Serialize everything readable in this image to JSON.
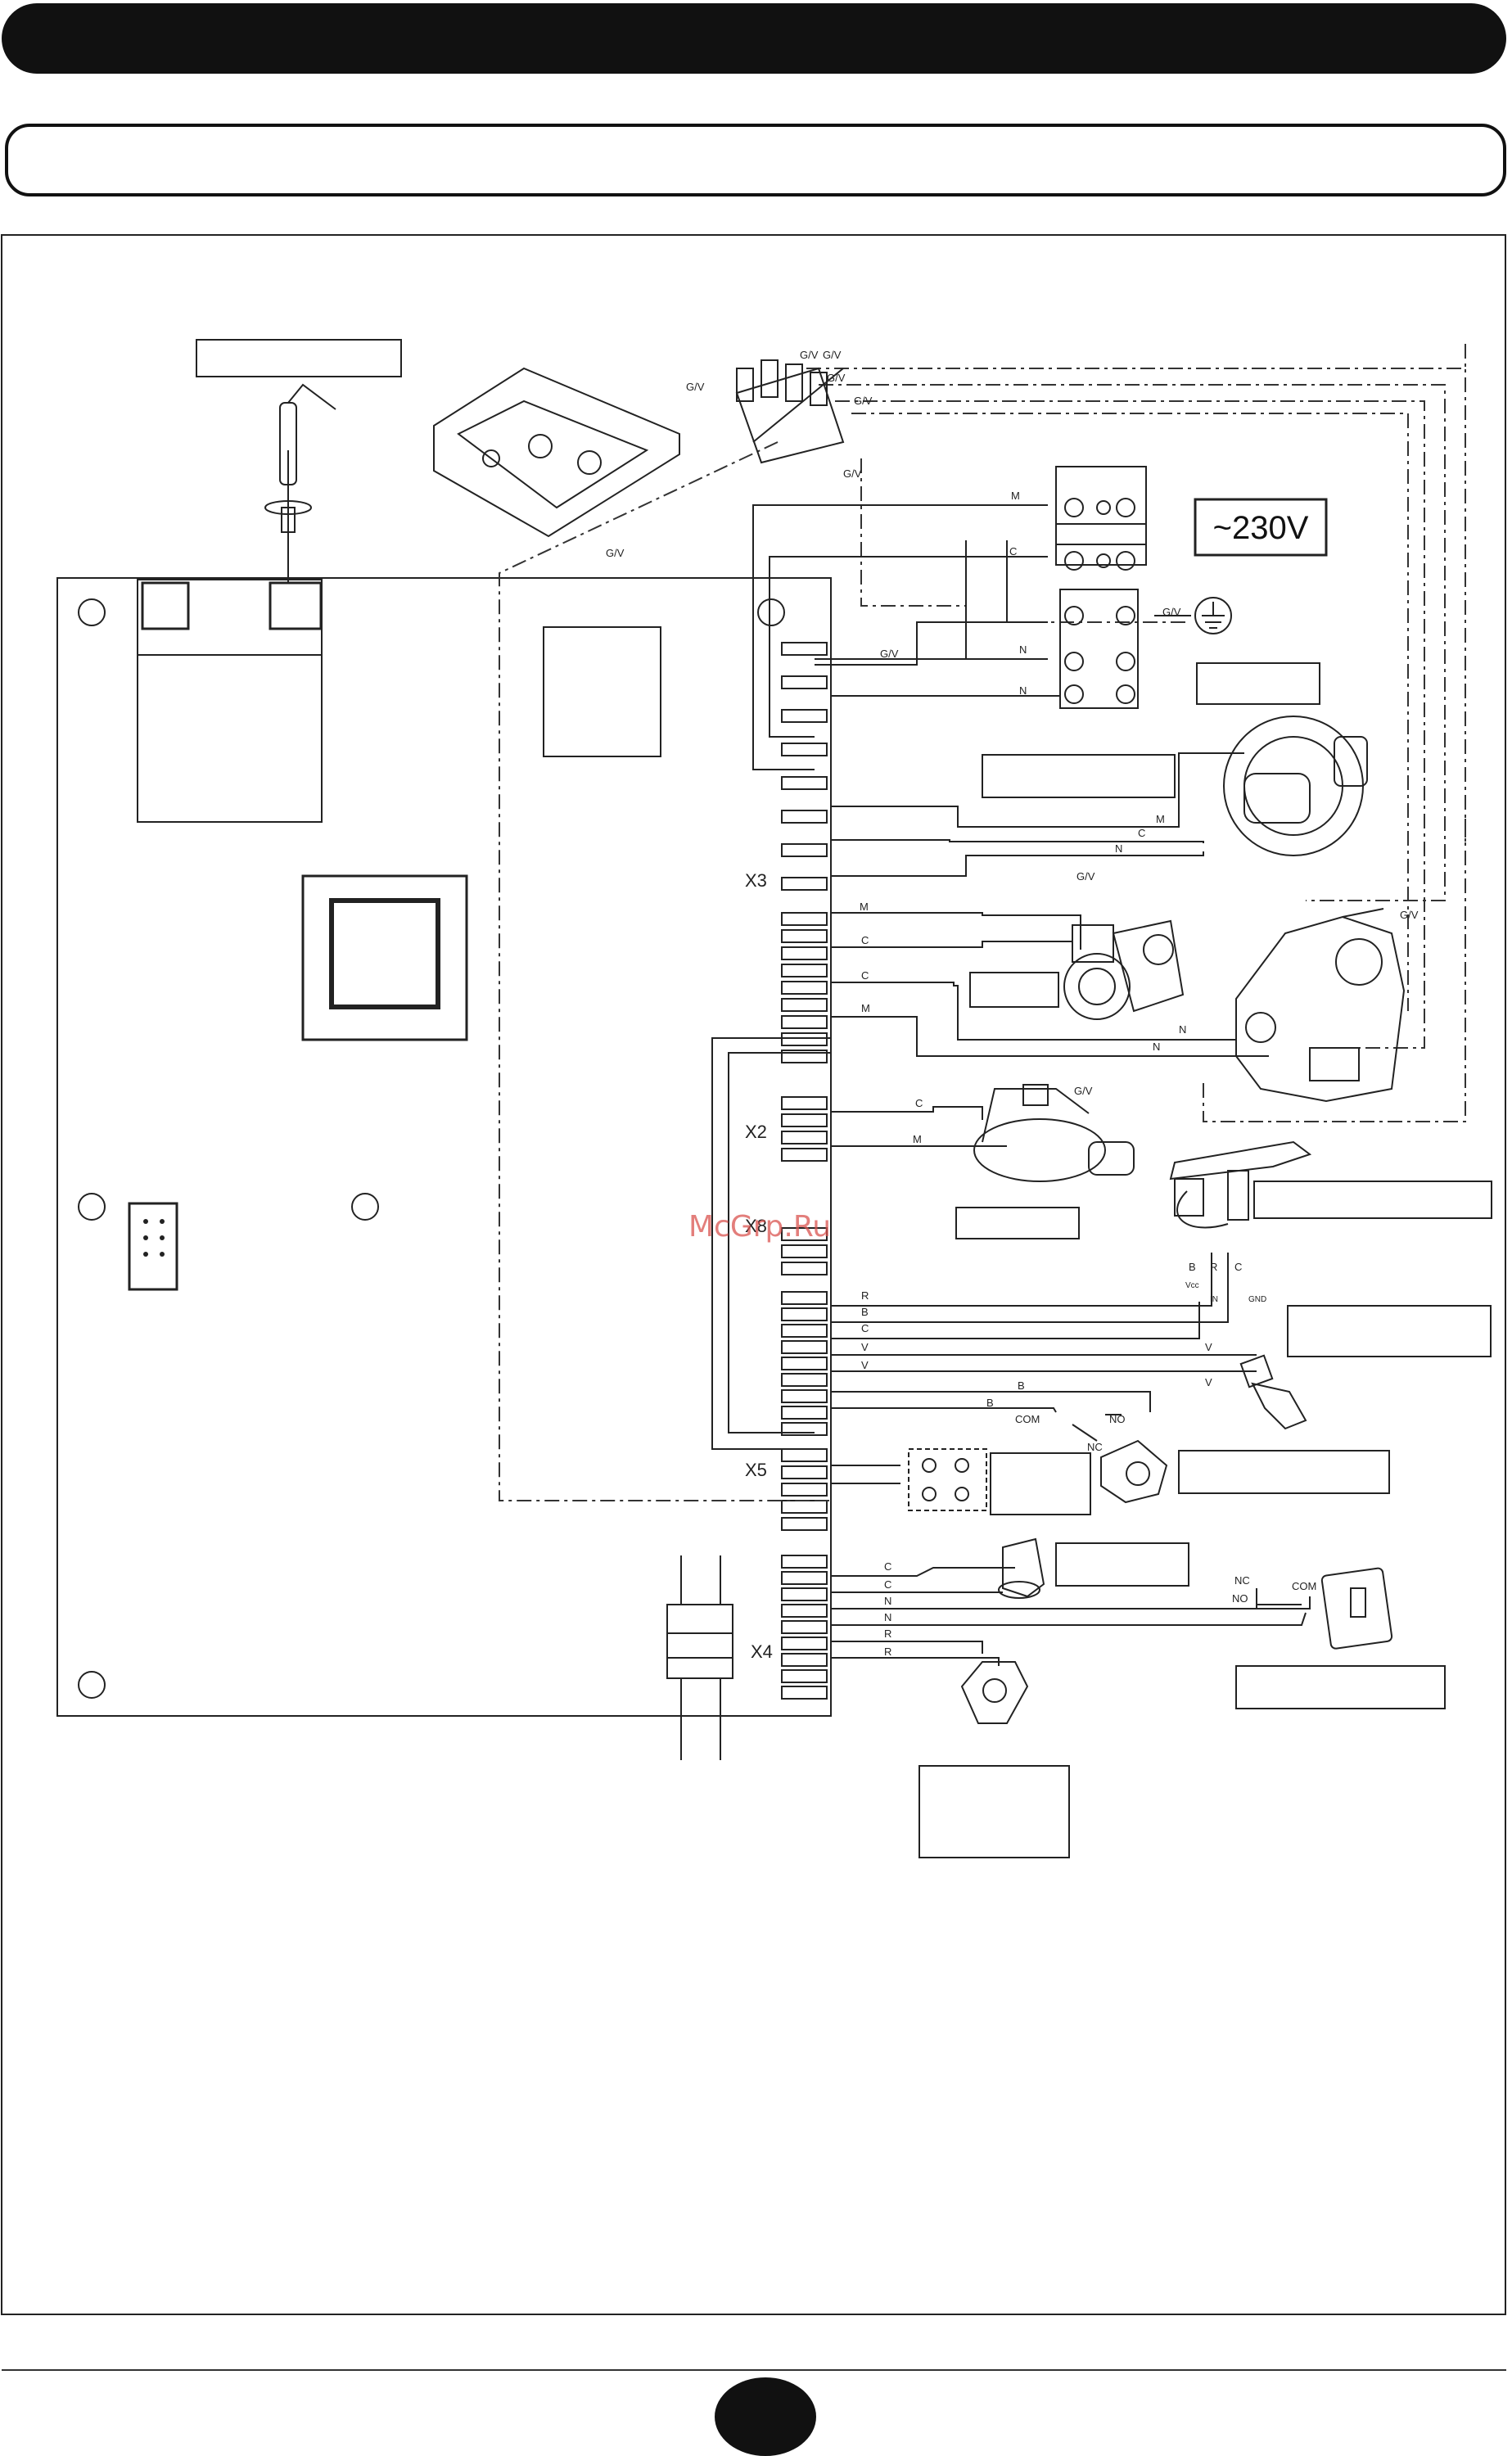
{
  "page": {
    "header_bar": "",
    "subheader_box": "",
    "page_number": "",
    "watermark": "McGrp.Ru"
  },
  "supply": {
    "voltage": "~230V"
  },
  "connectors": {
    "x3": "X3",
    "x2": "X2",
    "x8": "X8",
    "x5": "X5",
    "x4": "X4"
  },
  "wire_codes": {
    "gv": "G/V",
    "m": "M",
    "c": "C",
    "n": "N",
    "b": "B",
    "r": "R",
    "v": "V",
    "com": "COM",
    "nc": "NC",
    "no": "NO",
    "vcc": "Vcc",
    "in": "IN",
    "gnd": "GND"
  },
  "label_boxes": {
    "ignition_electrode": "",
    "terminal_block": "",
    "fan": "",
    "pump": "",
    "pressure_switch": "",
    "flow_sensor": "",
    "ntc_sensor": "",
    "water_pressure_switch": "",
    "relay": "",
    "safety_thermostat": "",
    "room_thermostat": "",
    "flue_sensor": ""
  }
}
